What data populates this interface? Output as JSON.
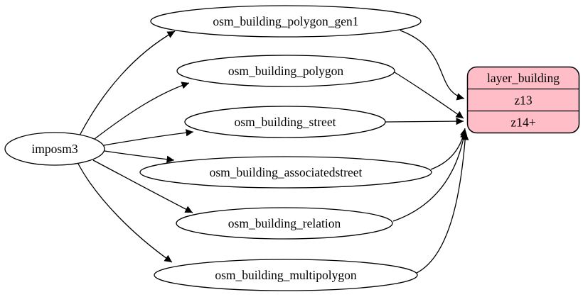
{
  "diagram": {
    "type": "graphviz-flow",
    "source": {
      "label": "imposm3"
    },
    "tables": [
      {
        "label": "osm_building_polygon_gen1",
        "feeds_row": "z13"
      },
      {
        "label": "osm_building_polygon",
        "feeds_row": "z14+"
      },
      {
        "label": "osm_building_street",
        "feeds_row": "z14+"
      },
      {
        "label": "osm_building_associatedstreet",
        "feeds_row": "z14+"
      },
      {
        "label": "osm_building_relation",
        "feeds_row": "z14+"
      },
      {
        "label": "osm_building_multipolygon",
        "feeds_row": "z14+"
      }
    ],
    "layer": {
      "title": "layer_building",
      "rows": [
        "z13",
        "z14+"
      ]
    },
    "edges": [
      {
        "from": "imposm3",
        "to": "osm_building_polygon_gen1"
      },
      {
        "from": "imposm3",
        "to": "osm_building_polygon"
      },
      {
        "from": "imposm3",
        "to": "osm_building_street"
      },
      {
        "from": "imposm3",
        "to": "osm_building_associatedstreet"
      },
      {
        "from": "imposm3",
        "to": "osm_building_relation"
      },
      {
        "from": "imposm3",
        "to": "osm_building_multipolygon"
      },
      {
        "from": "osm_building_polygon_gen1",
        "to": "layer_building:z13"
      },
      {
        "from": "osm_building_polygon",
        "to": "layer_building:z14+"
      },
      {
        "from": "osm_building_street",
        "to": "layer_building:z14+"
      },
      {
        "from": "osm_building_associatedstreet",
        "to": "layer_building:z14+"
      },
      {
        "from": "osm_building_relation",
        "to": "layer_building:z14+"
      },
      {
        "from": "osm_building_multipolygon",
        "to": "layer_building:z14+"
      }
    ],
    "colors": {
      "layer_fill": "#ffbdc7",
      "table_fill": "#ffffff",
      "stroke": "#000000",
      "text": "#000000",
      "background": "#ffffff"
    }
  }
}
